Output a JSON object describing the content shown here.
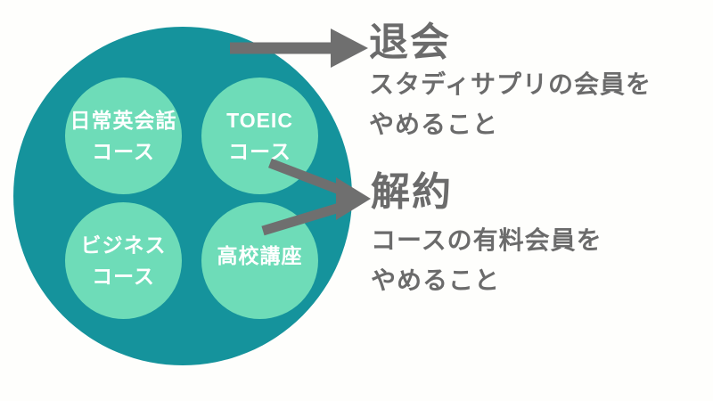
{
  "colors": {
    "background": "#fefefc",
    "outer_circle": "#15939c",
    "course_circle": "#6edcb8",
    "course_text": "#ffffff",
    "arrow": "#6f6f6f",
    "text": "#6b6b6b"
  },
  "diagram": {
    "courses": [
      {
        "name": "daily-english-course",
        "lines": [
          "日常英会話",
          "コース"
        ]
      },
      {
        "name": "toeic-course",
        "lines": [
          "TOEIC",
          "コース"
        ]
      },
      {
        "name": "business-course",
        "lines": [
          "ビジネス",
          "コース"
        ]
      },
      {
        "name": "high-school-course",
        "lines": [
          "高校講座"
        ]
      }
    ]
  },
  "annotations": {
    "taikai": {
      "title": "退会",
      "description_line1": "スタディサプリの会員を",
      "description_line2": "やめること"
    },
    "kaiyaku": {
      "title": "解約",
      "description_line1": "コースの有料会員を",
      "description_line2": "やめること"
    }
  }
}
